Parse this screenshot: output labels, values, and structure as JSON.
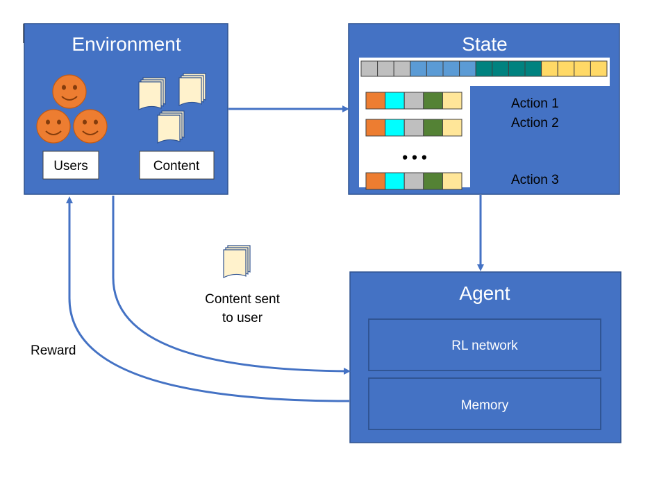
{
  "environment": {
    "title": "Environment",
    "users_label": "Users",
    "content_label": "Content"
  },
  "state": {
    "title": "State",
    "ellipsis": "• • •",
    "actions": [
      "Action 1",
      "Action 2",
      "Action 3"
    ]
  },
  "agent": {
    "title": "Agent",
    "rl_network_label": "RL network",
    "memory_label": "Memory"
  },
  "flow": {
    "content_sent_line1": "Content sent",
    "content_sent_line2": "to user",
    "reward_label": "Reward"
  },
  "colors": {
    "box_fill": "#4472c4",
    "box_border": "#2f528f",
    "arrow": "#4472c4",
    "user_face": "#ed7d31",
    "doc_fill": "#fff2cc",
    "state_vector": [
      "#bfbfbf",
      "#bfbfbf",
      "#bfbfbf",
      "#5b9bd5",
      "#5b9bd5",
      "#5b9bd5",
      "#5b9bd5",
      "#00827f",
      "#00827f",
      "#00827f",
      "#00827f",
      "#ffd966",
      "#ffd966",
      "#ffd966",
      "#ffd966"
    ],
    "action_vector": [
      "#ed7d31",
      "#00ffff",
      "#bfbfbf",
      "#548235",
      "#ffe699"
    ]
  }
}
